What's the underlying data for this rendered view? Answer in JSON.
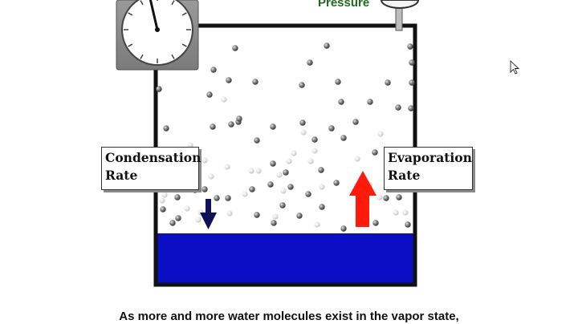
{
  "labels": {
    "pressure": "Pressure",
    "condensation_line1": "Condensation",
    "condensation_line2": "Rate",
    "evaporation_line1": "Evaporation",
    "evaporation_line2": "Rate",
    "caption": "As more and more water molecules exist in the vapor state,"
  },
  "colors": {
    "water": "#0a0ec4",
    "condensation_arrow": "#10105a",
    "evaporation_arrow": "#ff1a0a",
    "container_wall": "#111111",
    "pressure_text": "#1f6b1f"
  },
  "icons": {
    "gauge": "pressure-dial-gauge",
    "cursor": "mouse-pointer-icon"
  }
}
